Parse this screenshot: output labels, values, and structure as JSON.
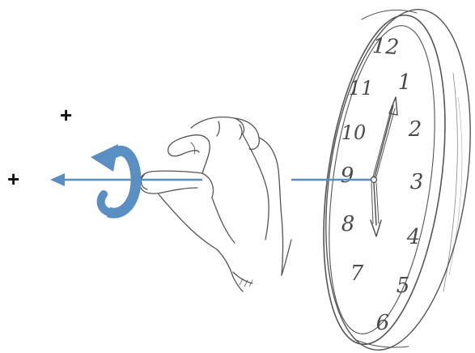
{
  "labels": {
    "rotation_sign": "+",
    "axis_sign": "+"
  },
  "clock": {
    "numerals": [
      "12",
      "1",
      "2",
      "3",
      "4",
      "5",
      "6",
      "7",
      "8",
      "9",
      "10",
      "11"
    ],
    "hour_hand_points_to": "6",
    "minute_hand_points_to": "1"
  },
  "colors": {
    "axis_arrow": "#5b8ec0",
    "rotation_arrow": "#5a8fc4",
    "sketch_line": "#555555",
    "text": "#111111",
    "background": "#ffffff"
  },
  "icons": {
    "rotation": "curved-rotation-arrow",
    "hand": "hand-sketch",
    "clock": "wall-clock-sketch"
  }
}
